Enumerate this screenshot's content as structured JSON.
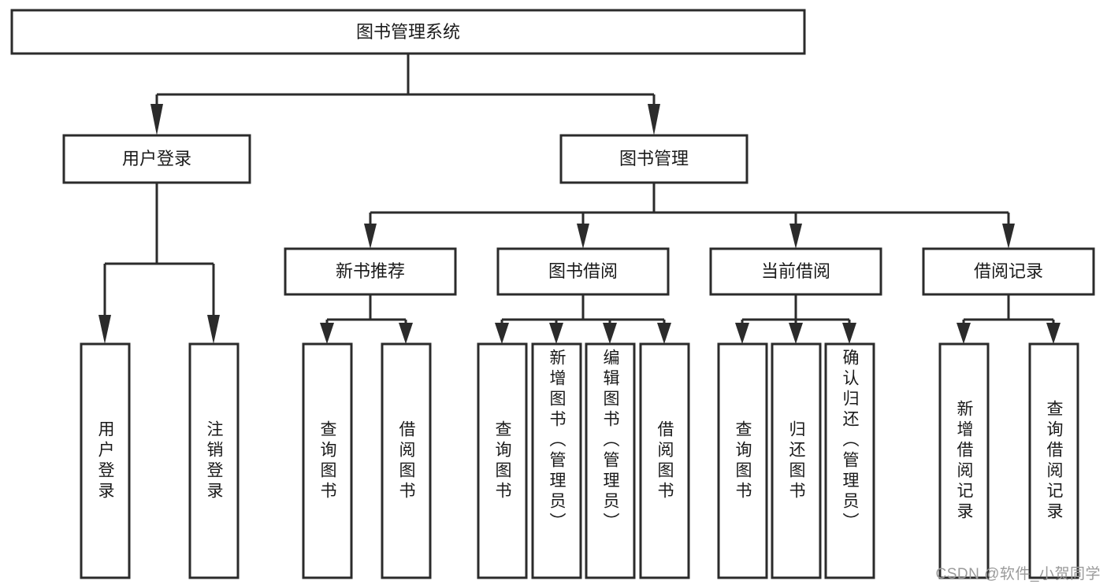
{
  "diagram": {
    "type": "tree-hierarchy-chart",
    "title": "图书管理系统",
    "root": {
      "label": "图书管理系统",
      "level": 1
    },
    "level2": [
      {
        "id": "user-login",
        "label": "用户登录"
      },
      {
        "id": "book-manage",
        "label": "图书管理"
      }
    ],
    "level3": [
      {
        "id": "new-book-recommend",
        "label": "新书推荐",
        "parent": "book-manage"
      },
      {
        "id": "book-borrow",
        "label": "图书借阅",
        "parent": "book-manage"
      },
      {
        "id": "current-borrow",
        "label": "当前借阅",
        "parent": "book-manage"
      },
      {
        "id": "borrow-record",
        "label": "借阅记录",
        "parent": "book-manage"
      }
    ],
    "leaves": {
      "user-login": [
        {
          "id": "leaf-user-login",
          "label": "用户登录"
        },
        {
          "id": "leaf-user-logout",
          "label": "注销登录"
        }
      ],
      "new-book-recommend": [
        {
          "id": "leaf-query-book-1",
          "label": "查询图书"
        },
        {
          "id": "leaf-borrow-book-1",
          "label": "借阅图书"
        }
      ],
      "book-borrow": [
        {
          "id": "leaf-query-book-2",
          "label": "查询图书"
        },
        {
          "id": "leaf-add-book",
          "label": "新增图书（管理员）"
        },
        {
          "id": "leaf-edit-book",
          "label": "编辑图书（管理员）"
        },
        {
          "id": "leaf-borrow-book-2",
          "label": "借阅图书"
        }
      ],
      "current-borrow": [
        {
          "id": "leaf-query-book-3",
          "label": "查询图书"
        },
        {
          "id": "leaf-return-book",
          "label": "归还图书"
        },
        {
          "id": "leaf-confirm-return",
          "label": "确认归还（管理员）"
        }
      ],
      "borrow-record": [
        {
          "id": "leaf-add-record",
          "label": "新增借阅记录"
        },
        {
          "id": "leaf-query-record",
          "label": "查询借阅记录"
        }
      ]
    },
    "colors": {
      "box_stroke": "#2b2b2b",
      "box_fill": "#ffffff",
      "text": "#1a1a1a",
      "connector": "#2b2b2b",
      "watermark": "#9a9a9a",
      "background": "#ffffff"
    }
  },
  "watermark": {
    "text": "CSDN @软件_小贺同学"
  }
}
